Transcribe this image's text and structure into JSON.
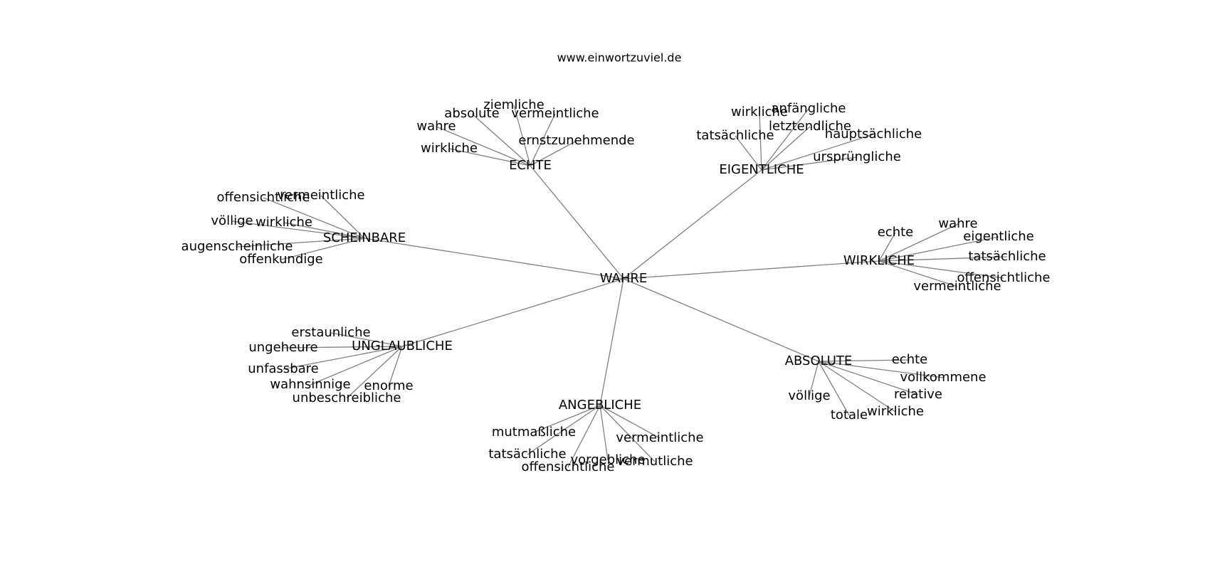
{
  "header": {
    "site": "www.einwortzuviel.de"
  },
  "colors": {
    "edge": "#808080",
    "text": "#000000",
    "background": "#ffffff"
  },
  "graph": {
    "root": "WAHRE",
    "hubs": [
      {
        "label": "ECHTE",
        "leaves": [
          "ziemliche",
          "absolute",
          "vermeintliche",
          "wahre",
          "ernstzunehmende",
          "wirkliche"
        ]
      },
      {
        "label": "EIGENTLICHE",
        "leaves": [
          "anfängliche",
          "wirkliche",
          "letztendliche",
          "tatsächliche",
          "hauptsächliche",
          "ursprüngliche"
        ]
      },
      {
        "label": "SCHEINBARE",
        "leaves": [
          "vermeintliche",
          "offensichtliche",
          "wirkliche",
          "völlige",
          "augenscheinliche",
          "offenkundige"
        ]
      },
      {
        "label": "WIRKLICHE",
        "leaves": [
          "wahre",
          "echte",
          "eigentliche",
          "tatsächliche",
          "offensichtliche",
          "vermeintliche"
        ]
      },
      {
        "label": "UNGLAUBLICHE",
        "leaves": [
          "erstaunliche",
          "ungeheure",
          "unfassbare",
          "wahnsinnige",
          "enorme",
          "unbeschreibliche"
        ]
      },
      {
        "label": "ABSOLUTE",
        "leaves": [
          "echte",
          "vollkommene",
          "relative",
          "völlige",
          "wirkliche",
          "totale"
        ]
      },
      {
        "label": "ANGEBLICHE",
        "leaves": [
          "mutmaßliche",
          "vermeintliche",
          "tatsächliche",
          "vorgebliche",
          "vermutliche",
          "offensichtliche"
        ]
      }
    ]
  }
}
